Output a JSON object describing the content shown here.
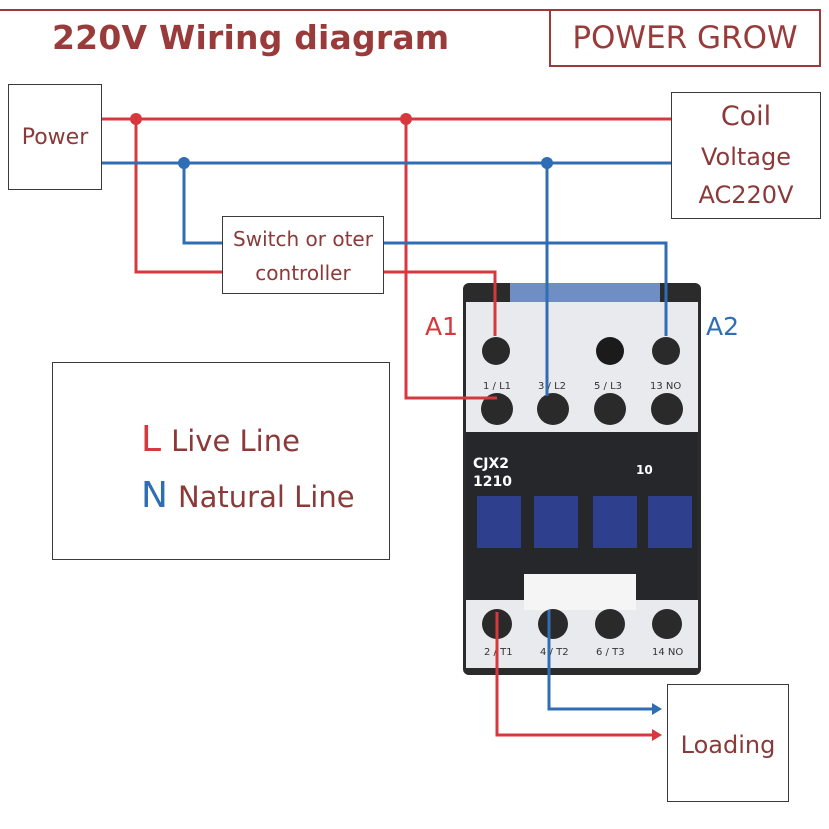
{
  "title": "220V Wiring diagram",
  "brand": "POWER GROW",
  "power_label": "Power",
  "coil": {
    "line1": "Coil",
    "line2": "Voltage",
    "line3": "AC220V"
  },
  "switch": {
    "line1": "Switch or oter",
    "line2": "controller"
  },
  "legend": {
    "live": {
      "letter": "L",
      "text": "Live Line",
      "color": "#d6383e"
    },
    "neutral": {
      "letter": "N",
      "text": "Natural Line",
      "color": "#2f6db5"
    }
  },
  "loading_label": "Loading",
  "terminal_a1": "A1",
  "terminal_a2": "A2",
  "contactor": {
    "model": "CJX2",
    "model_number": "1210",
    "aux_number": "10",
    "top_terminals": [
      "1 / L1",
      "3 / L2",
      "5 / L3",
      "13 NO"
    ],
    "bottom_terminals": [
      "2 / T1",
      "4 / T2",
      "6 / T3",
      "14 NO"
    ]
  },
  "colors": {
    "live_wire": "#d6383e",
    "neutral_wire": "#2f6db5",
    "text": "#8b3a3a"
  }
}
